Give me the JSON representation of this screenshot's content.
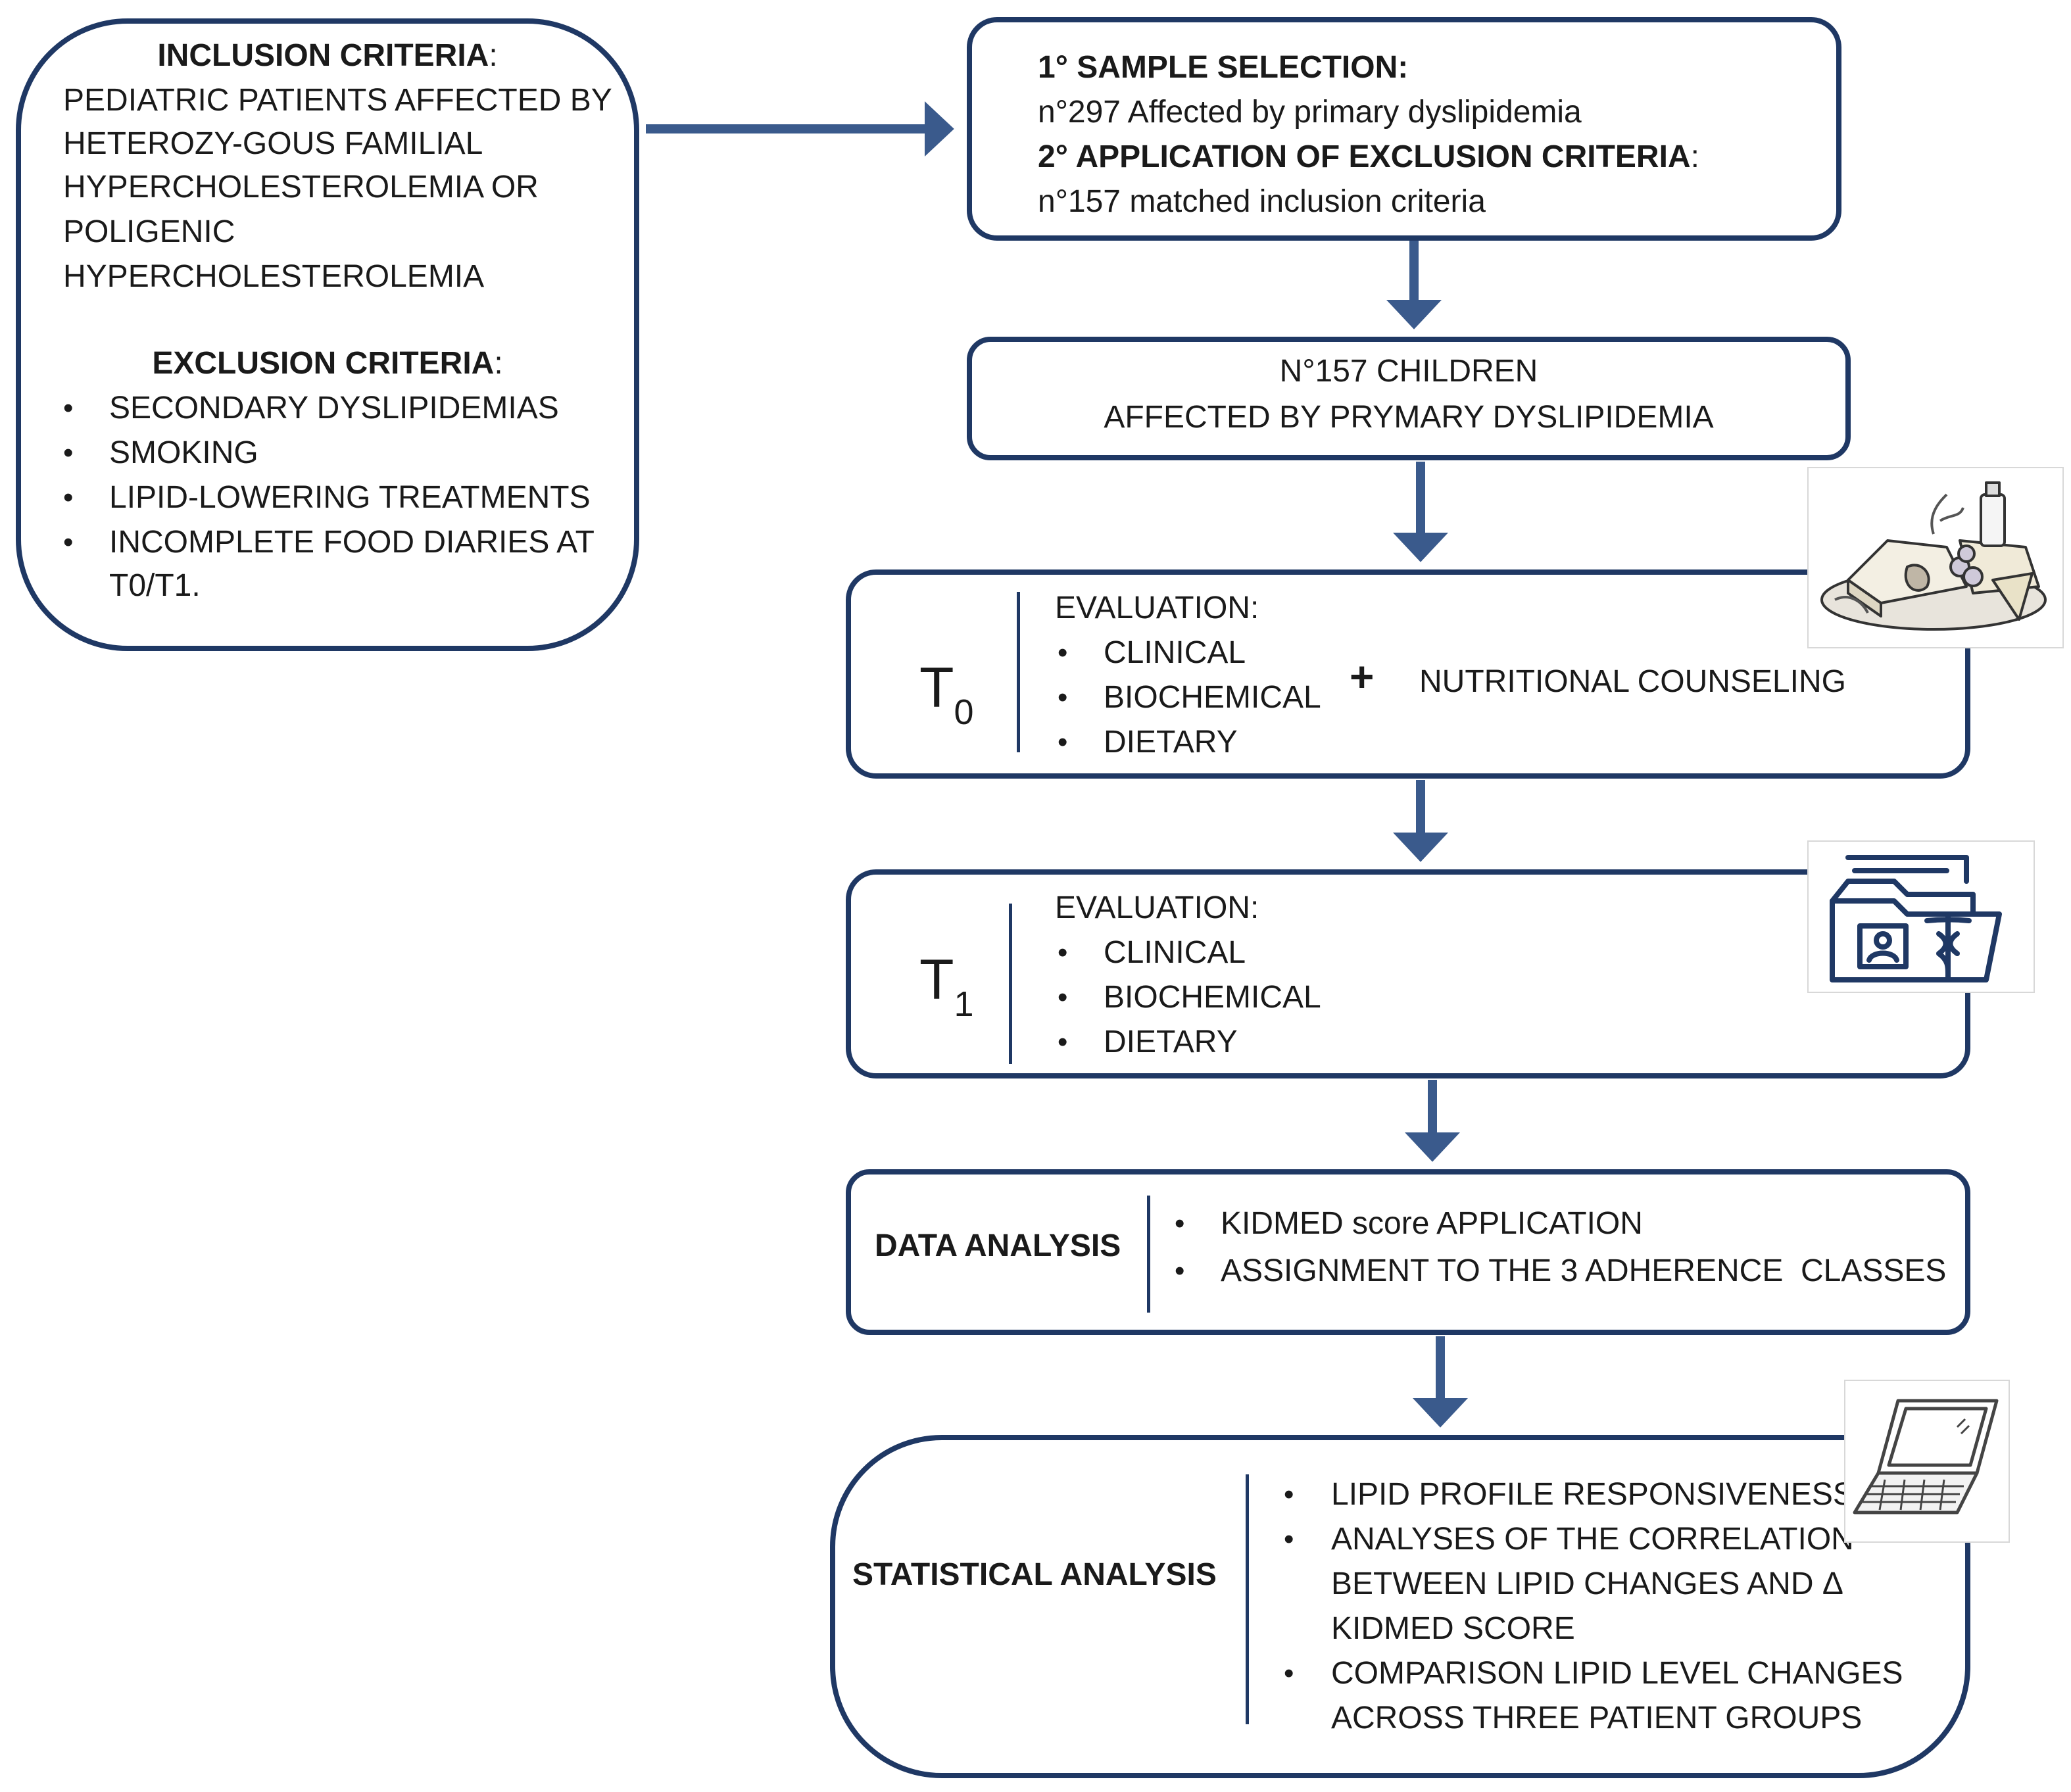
{
  "inclusion": {
    "title": "INCLUSION CRITERIA",
    "colon": ":",
    "lines": [
      "PEDIATRIC PATIENTS AFFECTED BY",
      "HETEROZY-GOUS FAMILIAL",
      "HYPERCHOLESTEROLEMIA OR",
      "POLIGENIC",
      "HYPERCHOLESTEROLEMIA"
    ]
  },
  "exclusion": {
    "title": "EXCLUSION CRITERIA",
    "colon": ":",
    "items": [
      "SECONDARY DYSLIPIDEMIAS",
      "SMOKING",
      "LIPID-LOWERING TREATMENTS",
      "INCOMPLETE FOOD DIARIES AT"
    ],
    "continuation": "T0/T1."
  },
  "sample_selection": {
    "step1_title": "1° SAMPLE SELECTION:",
    "step1_text": "n°297 Affected by primary dyslipidemia",
    "step2_title": "2° APPLICATION OF EXCLUSION CRITERIA",
    "step2_colon": ":",
    "step2_text": "n°157 matched inclusion criteria"
  },
  "children": {
    "line1": "N°157 CHILDREN",
    "line2": "AFFECTED BY PRYMARY DYSLIPIDEMIA"
  },
  "t0": {
    "label": "T",
    "sub": "0",
    "evaluation_title": "EVALUATION:",
    "items": [
      "CLINICAL",
      "BIOCHEMICAL",
      "DIETARY"
    ],
    "plus": "+",
    "counseling": "NUTRITIONAL COUNSELING",
    "image_icon": "food-platter-icon"
  },
  "t1": {
    "label": "T",
    "sub": "1",
    "evaluation_title": "EVALUATION:",
    "items": [
      "CLINICAL",
      "BIOCHEMICAL",
      "DIETARY"
    ],
    "image_icon": "medical-folder-icon"
  },
  "data_analysis": {
    "title": "DATA ANALYSIS",
    "items": [
      "KIDMED score APPLICATION",
      "ASSIGNMENT TO THE 3 ADHERENCE  CLASSES"
    ]
  },
  "statistical_analysis": {
    "title": "STATISTICAL ANALYSIS",
    "lines": [
      "LIPID PROFILE RESPONSIVENESS",
      "ANALYSES OF THE CORRELATION",
      "BETWEEN LIPID CHANGES AND Δ",
      "KIDMED SCORE",
      "COMPARISON LIPID LEVEL CHANGES",
      "ACROSS THREE PATIENT GROUPS"
    ],
    "image_icon": "laptop-icon"
  },
  "bullet": "•",
  "colors": {
    "border": "#1f3864",
    "arrow": "#3a5a8c"
  }
}
